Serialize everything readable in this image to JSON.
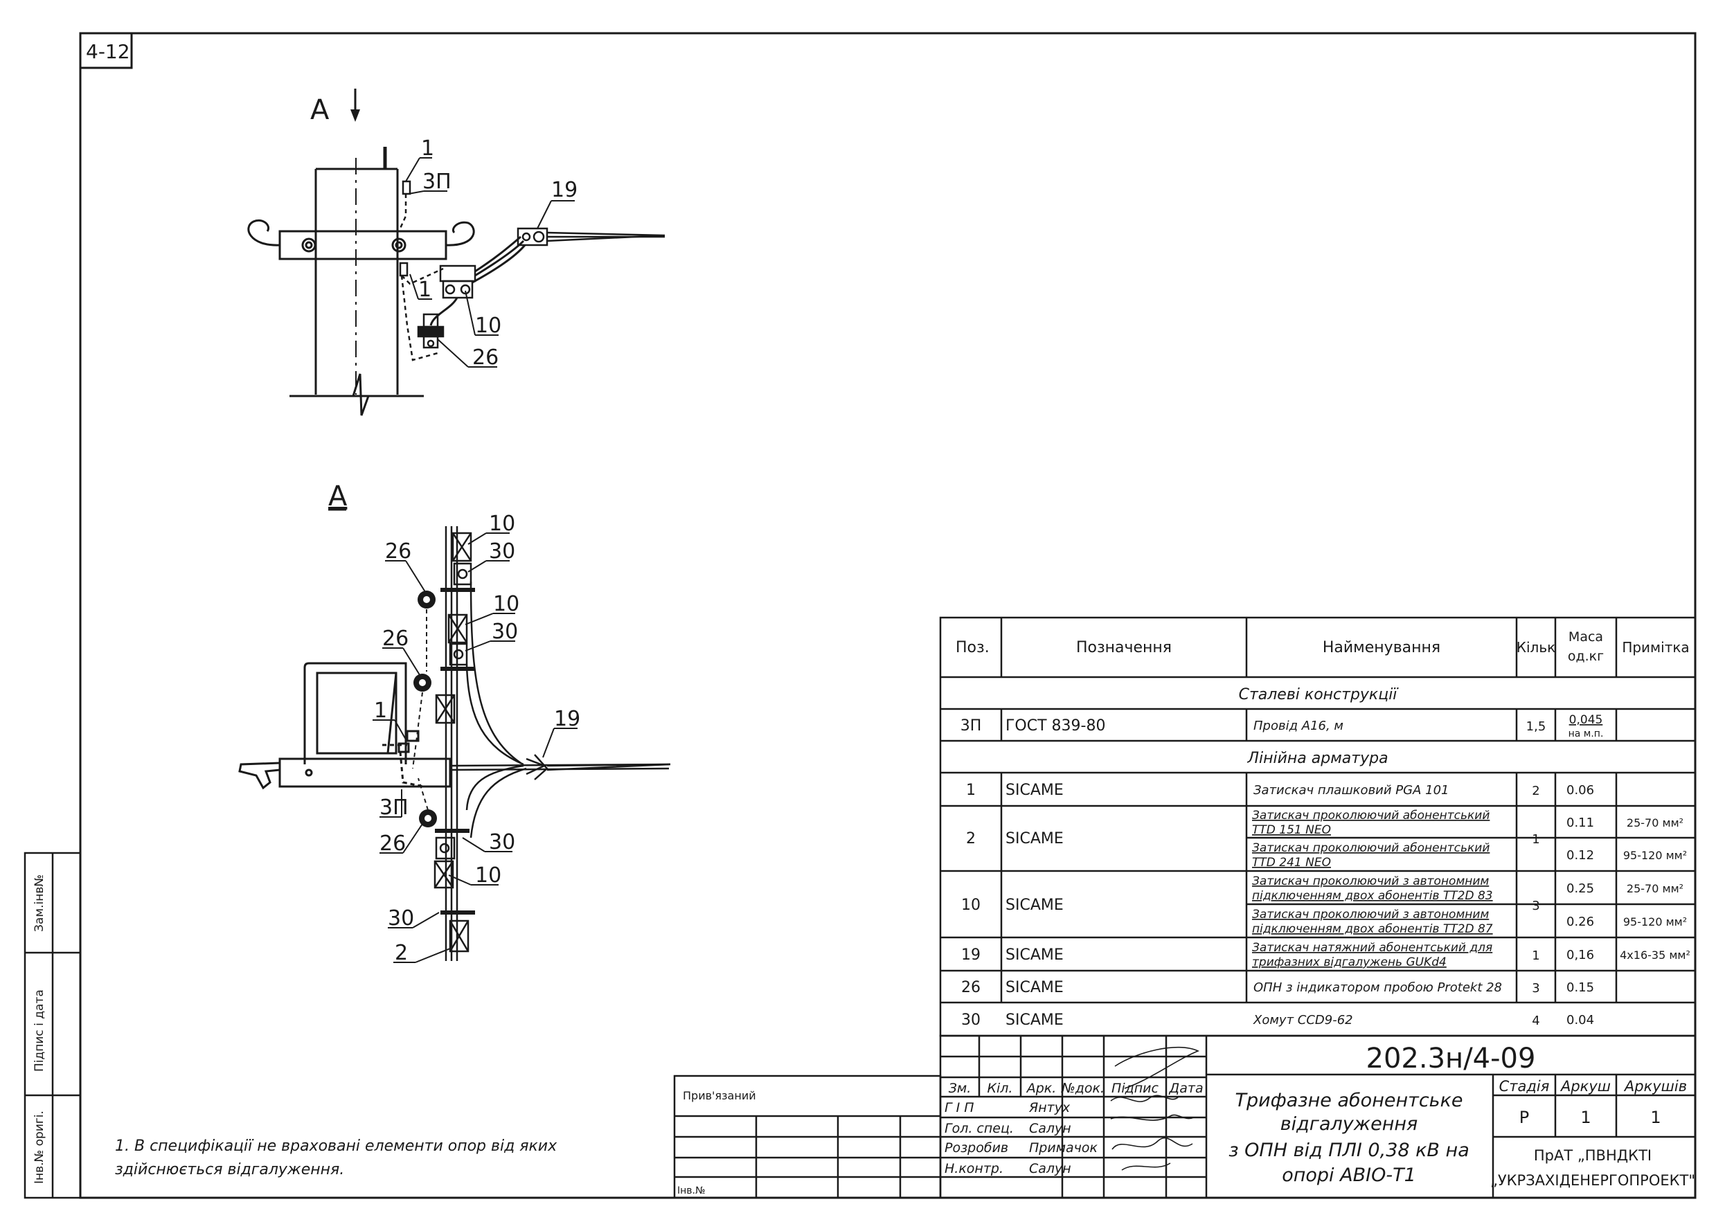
{
  "sheet": {
    "corner_code": "4-12"
  },
  "view_top": {
    "title": "A",
    "callouts": {
      "c1a": "1",
      "c3p": "3П",
      "c19": "19",
      "c1b": "1",
      "c10": "10",
      "c26": "26"
    }
  },
  "view_a": {
    "title": "A",
    "callouts": {
      "c10a": "10",
      "c30a": "30",
      "c26a": "26",
      "c10b": "10",
      "c30b": "30",
      "c26b": "26",
      "c1": "1",
      "c19": "19",
      "c3p": "3П",
      "c26c": "26",
      "c30c": "30",
      "c10c": "10",
      "c30d": "30",
      "c2": "2"
    }
  },
  "note": {
    "line1": "1. В специфікації не враховані елементи опор від яких",
    "line2": "здійснюється відгалуження."
  },
  "side_stamp": {
    "zam_inv": "Зам.інв№",
    "signature_date": "Підпис і дата",
    "inv_orig": "Інв.№ оригі."
  },
  "binding_block": {
    "bound": "Прив'язаний",
    "inv_no": "Інв.№"
  },
  "spec_table": {
    "headers": {
      "pos": "Поз.",
      "designation": "Позначення",
      "name": "Найменування",
      "qty": "Кільк",
      "mass": "Маса\nод.кг",
      "note": "Примітка"
    },
    "section_steel": "Сталеві конструкції",
    "section_line": "Лінійна арматура",
    "rows": [
      {
        "pos": "3П",
        "des": "ГОСТ 839-80",
        "name": [
          "Провід А16, м"
        ],
        "qty": "1,5",
        "mass": [
          "0,045",
          "на м.п."
        ],
        "note": ""
      },
      {
        "pos": "1",
        "des": "SICAME",
        "name": [
          "Затискач плашковий  PGA 101"
        ],
        "qty": "2",
        "mass": [
          "0.06"
        ],
        "note": ""
      },
      {
        "pos": "2",
        "des": "SICAME",
        "name": [
          "Затискач проколюючий абонентський",
          "TTD 151 NEO"
        ],
        "qty": "1",
        "mass": [
          "0.11"
        ],
        "note": "25-70 мм²"
      },
      {
        "pos": "",
        "des": "",
        "name": [
          "Затискач проколюючий абонентський",
          "TTD 241 NEO"
        ],
        "qty": "",
        "mass": [
          "0.12"
        ],
        "note": "95-120 мм²"
      },
      {
        "pos": "10",
        "des": "SICAME",
        "name": [
          "Затискач проколюючий з автономним",
          "підключенням двох абонентів TT2D 83"
        ],
        "qty": "3",
        "mass": [
          "0.25"
        ],
        "note": "25-70 мм²"
      },
      {
        "pos": "",
        "des": "",
        "name": [
          "Затискач проколюючий з автономним",
          "підключенням двох абонентів TT2D 87"
        ],
        "qty": "",
        "mass": [
          "0.26"
        ],
        "note": "95-120 мм²"
      },
      {
        "pos": "19",
        "des": "SICAME",
        "name": [
          "Затискач натяжний абонентський для",
          "трифазних відгалужень GUKd4"
        ],
        "qty": "1",
        "mass": [
          "0,16"
        ],
        "note": "4x16-35 мм²"
      },
      {
        "pos": "26",
        "des": "SICAME",
        "name": [
          "ОПН з індикатором пробою Protekt 28"
        ],
        "qty": "3",
        "mass": [
          "0.15"
        ],
        "note": ""
      },
      {
        "pos": "30",
        "des": "SICAME",
        "name": [
          "Хомут CCD9-62"
        ],
        "qty": "4",
        "mass": [
          "0.04"
        ],
        "note": ""
      }
    ]
  },
  "title_block": {
    "doc_code": "202.3н/4-09",
    "col_heads": [
      "Зм.",
      "Кіл.",
      "Арк.",
      "№док.",
      "Підпис",
      "Дата"
    ],
    "people": [
      {
        "role": "Г І П",
        "name": "Янтух"
      },
      {
        "role": "Гол. спец.",
        "name": "Салун"
      },
      {
        "role": "Розробив",
        "name": "Примачок"
      },
      {
        "role": "Н.контр.",
        "name": "Салун"
      }
    ],
    "title_lines": [
      "Трифазне абонентське",
      "відгалуження",
      "з ОПН від ПЛІ 0,38 кВ на",
      "опорі АВІО-Т1"
    ],
    "stage_label": "Стадія",
    "sheet_label": "Аркуш",
    "sheets_label": "Аркушів",
    "stage": "Р",
    "sheet": "1",
    "sheets": "1",
    "org_lines": [
      "ПрАТ „ПВНДКТІ",
      "„УКРЗАХІДЕНЕРГОПРОЕКТ\""
    ]
  }
}
